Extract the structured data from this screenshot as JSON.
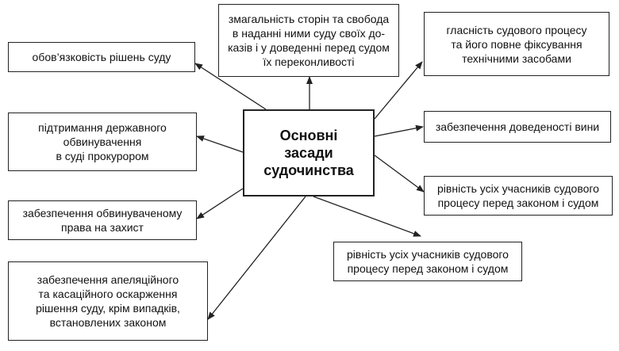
{
  "center": "Основні\nзасади\nсудочинства",
  "boxes": {
    "top": "змагальність сторін та свобода\nв наданні ними суду своїх до-\nказів і у доведенні перед судом\nїх переконливості",
    "left1": "обов’язковість рішень суду",
    "left2": "підтримання державного\nобвинувачення\nв суді прокурором",
    "left3": "забезпечення обвинуваченому\nправа на захист",
    "left4": "забезпечення апеляційного\nта касаційного оскарження\nрішення суду, крім випадків,\nвстановлених законом",
    "right1": "гласність судового процесу\nта його повне фіксування\nтехнічними засобами",
    "right2": "забезпечення доведеності вини",
    "right3": "рівність усіх учасників судового\nпроцесу перед законом і судом",
    "bottom": "рівність усіх учасників судового\nпроцесу перед законом і судом"
  }
}
